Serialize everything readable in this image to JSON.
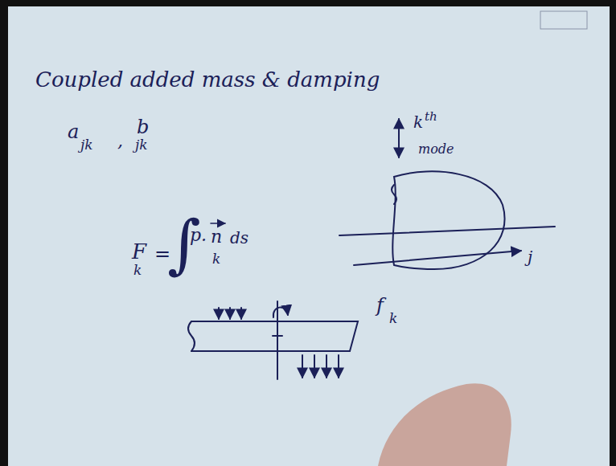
{
  "diagram": {
    "title": "Coupled added mass & damping",
    "labels": [
      "a",
      "jk",
      ",",
      "b",
      "jk",
      "k",
      "th",
      "mode",
      "j",
      "f",
      "k",
      "F",
      "k",
      "=",
      "∫",
      "p.",
      "n",
      "k",
      "ds"
    ]
  }
}
